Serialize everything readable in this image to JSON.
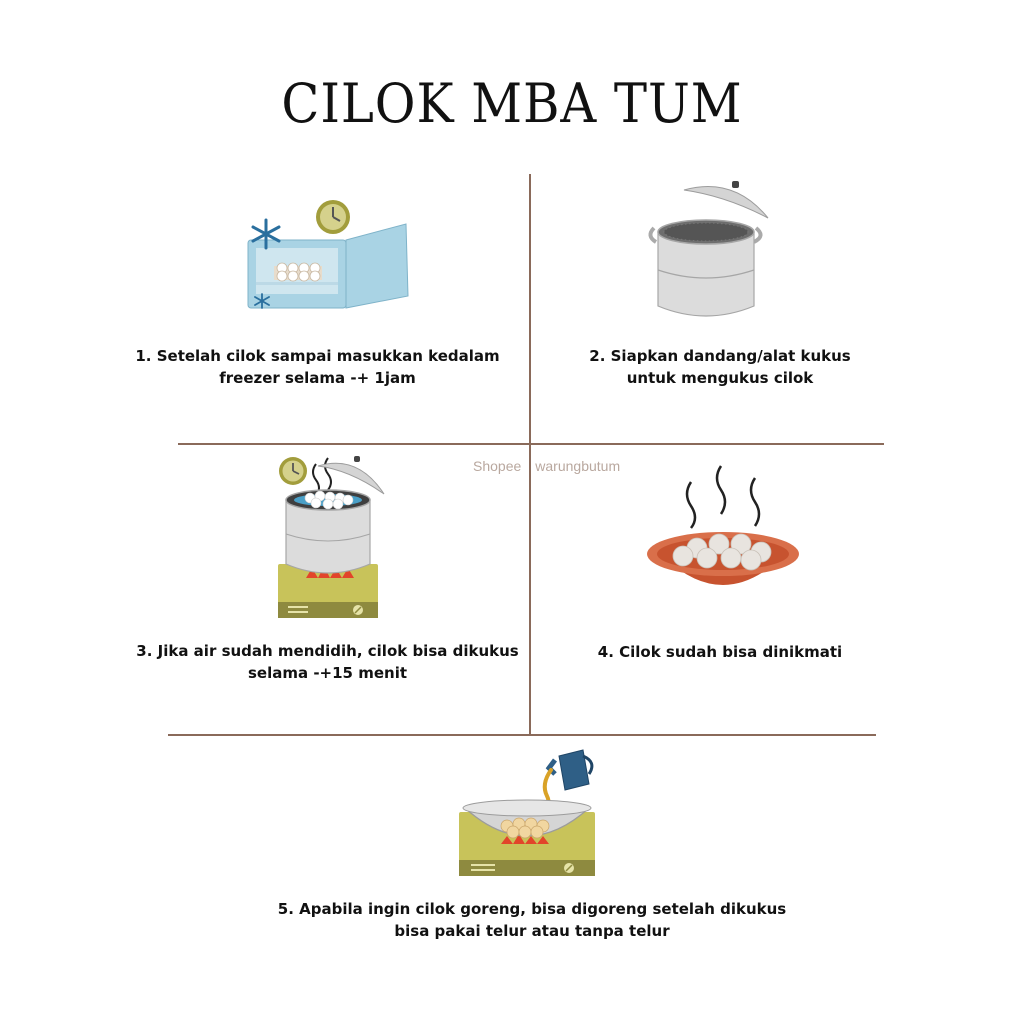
{
  "title": "CILOK MBA TUM",
  "watermark": {
    "brand": "Shopee",
    "shop": "warungbutum"
  },
  "steps": [
    {
      "line1": "1. Setelah cilok sampai masukkan kedalam",
      "line2": "freezer selama -+ 1jam",
      "icon": "freezer-icon"
    },
    {
      "line1": "2.  Siapkan dandang/alat kukus",
      "line2": "untuk mengukus cilok",
      "icon": "steamer-pot-icon"
    },
    {
      "line1": "3. Jika air sudah mendidih, cilok bisa dikukus",
      "line2": "selama -+15 menit",
      "icon": "steaming-on-stove-icon"
    },
    {
      "line1": "4. Cilok sudah bisa dinikmati",
      "line2": "",
      "icon": "bowl-of-cilok-icon"
    },
    {
      "line1": "5. Apabila ingin cilok goreng, bisa digoreng setelah dikukus",
      "line2": "bisa pakai telur atau tanpa telur",
      "icon": "frying-pan-icon"
    }
  ],
  "colors": {
    "divider": "#8a6a5a",
    "freezer": "#a9d3e4",
    "stove": "#c8c35a",
    "flame": "#e2452a",
    "bowl": "#c7532f",
    "jug": "#2f5f86",
    "pot": "#dcdcdc"
  }
}
